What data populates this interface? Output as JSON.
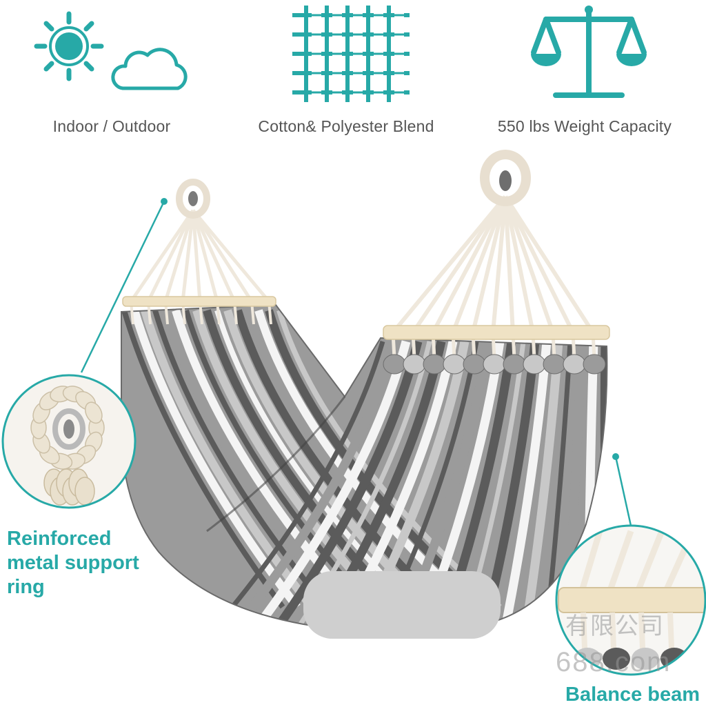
{
  "features": [
    {
      "caption": "Indoor / Outdoor",
      "icon": "sun-cloud-icon"
    },
    {
      "caption": "Cotton& Polyester Blend",
      "icon": "weave-grid-icon"
    },
    {
      "caption": "550 lbs Weight Capacity",
      "icon": "balance-scale-icon"
    }
  ],
  "callouts": {
    "ring": {
      "lines": [
        "Reinforced",
        "metal support",
        "ring"
      ]
    },
    "beam": {
      "lines": [
        "Balance beam"
      ]
    }
  },
  "watermark": {
    "chars": "有限公司",
    "domain": "688.com"
  },
  "colors": {
    "accent": "#27a9a7",
    "caption": "#555555",
    "stripe_dark": "#5b5b5b",
    "stripe_mid": "#9b9b9b",
    "stripe_light": "#c8c8c8",
    "stripe_white": "#f4f4f4",
    "rope": "#efe8dc",
    "wood": "#efe2c4",
    "blur_patch": "#cfcfcf"
  }
}
